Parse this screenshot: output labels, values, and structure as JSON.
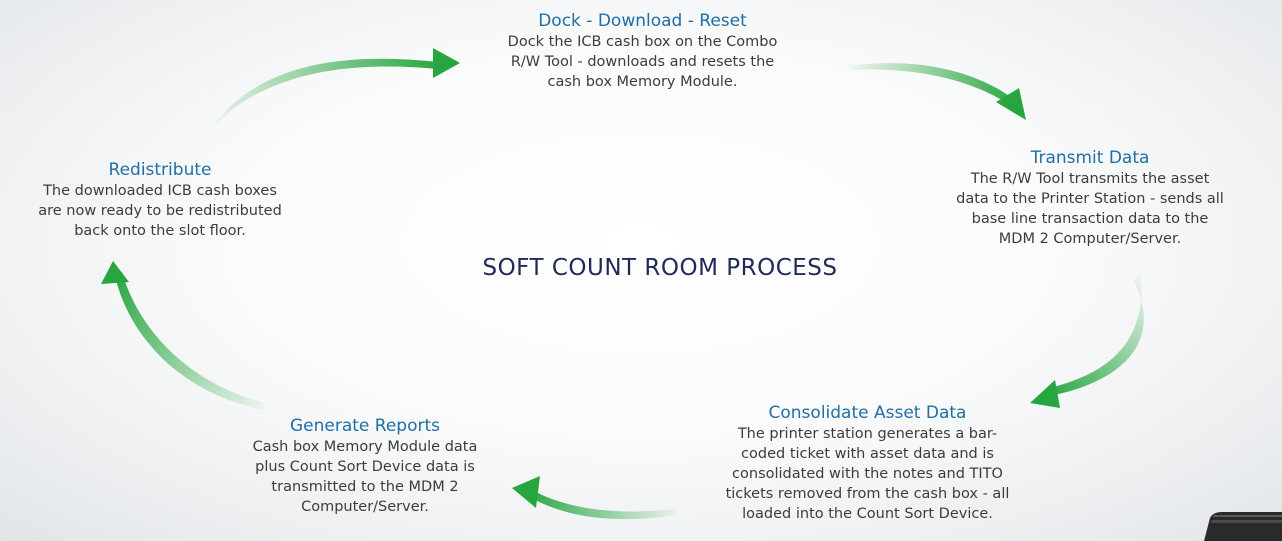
{
  "diagram": {
    "title": "SOFT COUNT ROOM PROCESS",
    "colors": {
      "step_title": "#1f6fa6",
      "center_title": "#1f2a5a",
      "body_text": "#3c3c3c",
      "arrow_green": "#27a640"
    },
    "steps": [
      {
        "title": "Dock - Download - Reset",
        "lines": [
          "Dock the ICB cash box on the Combo",
          "R/W Tool - downloads and resets the",
          "cash box Memory Module."
        ]
      },
      {
        "title": "Transmit Data",
        "lines": [
          "The R/W Tool transmits the asset",
          "data to the Printer Station - sends all",
          "base line transaction data to the",
          "MDM 2 Computer/Server."
        ]
      },
      {
        "title": "Consolidate Asset Data",
        "lines": [
          "The printer station generates a bar-",
          "coded ticket with asset data and is",
          "consolidated with the notes and TITO",
          "tickets removed from the cash box - all",
          "loaded into the Count Sort Device."
        ]
      },
      {
        "title": "Generate Reports",
        "lines": [
          "Cash box Memory Module data",
          "plus Count Sort Device data is",
          "transmitted to the MDM 2",
          "Computer/Server."
        ]
      },
      {
        "title": "Redistribute",
        "lines": [
          "The downloaded ICB cash boxes",
          "are now ready to be redistributed",
          "back onto the slot floor."
        ]
      }
    ],
    "arrows": [
      {
        "from": "Redistribute",
        "to": "Dock - Download - Reset"
      },
      {
        "from": "Dock - Download - Reset",
        "to": "Transmit Data"
      },
      {
        "from": "Transmit Data",
        "to": "Consolidate Asset Data"
      },
      {
        "from": "Consolidate Asset Data",
        "to": "Generate Reports"
      },
      {
        "from": "Generate Reports",
        "to": "Redistribute"
      }
    ]
  }
}
